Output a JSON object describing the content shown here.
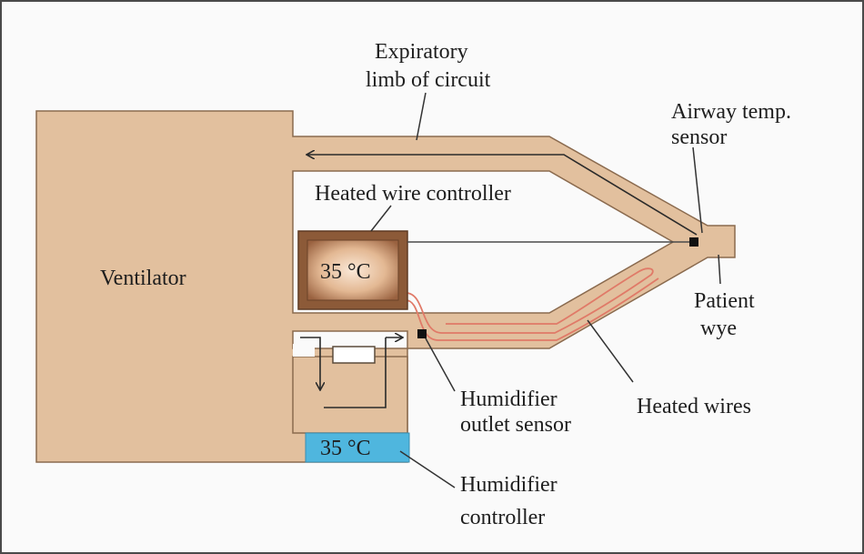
{
  "labels": {
    "expiratory": [
      "Expiratory",
      "limb of circuit"
    ],
    "airway_sensor": [
      "Airway temp.",
      "sensor"
    ],
    "heated_wire_controller": "Heated wire controller",
    "ventilator": "Ventilator",
    "patient_wye": [
      "Patient",
      "wye"
    ],
    "humidifier_outlet_sensor": [
      "Humidifier",
      "outlet sensor"
    ],
    "heated_wires": "Heated wires",
    "humidifier_controller": [
      "Humidifier",
      "controller"
    ]
  },
  "readouts": {
    "heated_wire_temp": "35 °C",
    "humidifier_temp": "35 °C"
  },
  "colors": {
    "tube": "#e2c09e",
    "tube_outline": "#8a6a4e",
    "controller_box": "#8c5a38",
    "water": "#4fb6de",
    "heated_wire": "#e07a68"
  }
}
